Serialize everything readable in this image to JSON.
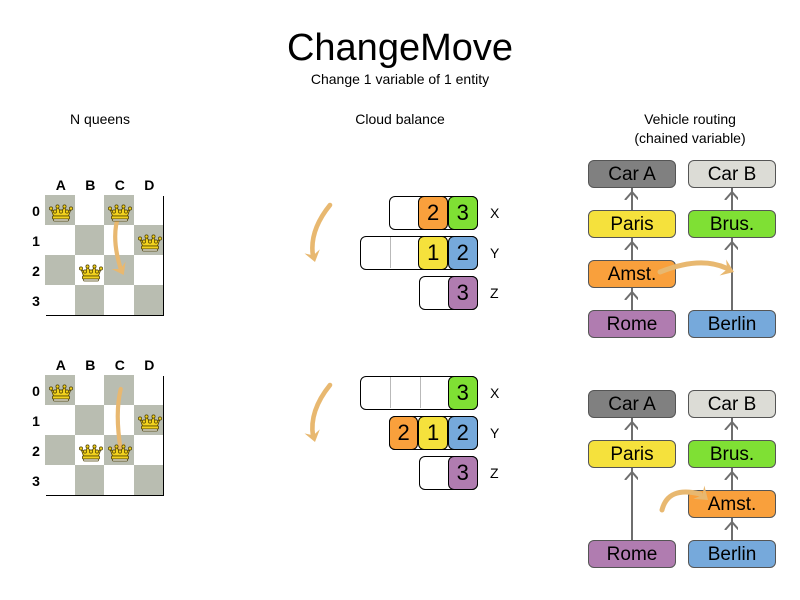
{
  "header": {
    "title": "ChangeMove",
    "subtitle": "Change 1 variable of 1 entity"
  },
  "columns": {
    "nqueens": "N queens",
    "cloud": "Cloud balance",
    "vrp_line1": "Vehicle routing",
    "vrp_line2": "(chained variable)"
  },
  "colors": {
    "orange": "#f9a03c",
    "green": "#7fe034",
    "yellow": "#f5e13c",
    "blue": "#76a9db",
    "purple": "#b07cb0",
    "gray_dark": "#808080",
    "gray_light": "#dcdcd6",
    "board_dark": "#b9bdb1",
    "board_light": "#ffffff",
    "arrow": "#e8b870",
    "queen_gold": "#f2d21e"
  },
  "nqueens": {
    "files": [
      "A",
      "B",
      "C",
      "D"
    ],
    "ranks": [
      "0",
      "1",
      "2",
      "3"
    ],
    "before": {
      "queens": [
        {
          "file": 0,
          "rank": 0
        },
        {
          "file": 2,
          "rank": 0
        },
        {
          "file": 3,
          "rank": 1
        },
        {
          "file": 1,
          "rank": 2
        }
      ],
      "move": {
        "from_file": 2,
        "from_rank": 0,
        "to_file": 2,
        "to_rank": 2
      }
    },
    "after": {
      "queens": [
        {
          "file": 0,
          "rank": 0
        },
        {
          "file": 3,
          "rank": 1
        },
        {
          "file": 1,
          "rank": 2
        },
        {
          "file": 2,
          "rank": 2
        }
      ],
      "move": {
        "from_file": 2,
        "from_rank": 0,
        "to_file": 2,
        "to_rank": 2
      }
    }
  },
  "cloud": {
    "rows": [
      "X",
      "Y",
      "Z"
    ],
    "before": [
      {
        "label": "X",
        "segments": [
          {
            "value": "2",
            "color": "#f9a03c"
          },
          {
            "value": "3",
            "color": "#7fe034"
          }
        ],
        "free": 1,
        "dividers": 0
      },
      {
        "label": "Y",
        "segments": [
          {
            "value": "1",
            "color": "#f5e13c"
          },
          {
            "value": "2",
            "color": "#76a9db"
          }
        ],
        "free": 2,
        "dividers": 1
      },
      {
        "label": "Z",
        "segments": [
          {
            "value": "3",
            "color": "#b07cb0"
          }
        ],
        "free": 1,
        "dividers": 0
      }
    ],
    "after": [
      {
        "label": "X",
        "segments": [
          {
            "value": "3",
            "color": "#7fe034"
          }
        ],
        "free": 3,
        "dividers": 2
      },
      {
        "label": "Y",
        "segments": [
          {
            "value": "2",
            "color": "#f9a03c"
          },
          {
            "value": "1",
            "color": "#f5e13c"
          },
          {
            "value": "2",
            "color": "#76a9db"
          }
        ],
        "free": 0,
        "dividers": 0
      },
      {
        "label": "Z",
        "segments": [
          {
            "value": "3",
            "color": "#b07cb0"
          }
        ],
        "free": 1,
        "dividers": 0
      }
    ]
  },
  "vrp": {
    "before": {
      "left_chain": [
        "Car A",
        "Paris",
        "Amst.",
        "Rome"
      ],
      "right_chain": [
        "Car B",
        "Brus.",
        "Berlin"
      ],
      "moving_entity": "Amst."
    },
    "after": {
      "left_chain": [
        "Car A",
        "Paris",
        "Rome"
      ],
      "right_chain": [
        "Car B",
        "Brus.",
        "Amst.",
        "Berlin"
      ],
      "moving_entity": "Amst."
    },
    "box_colors": {
      "Car A": "#808080",
      "Car B": "#dcdcd6",
      "Paris": "#f5e13c",
      "Brus.": "#7fe034",
      "Amst.": "#f9a03c",
      "Rome": "#b07cb0",
      "Berlin": "#76a9db"
    }
  }
}
